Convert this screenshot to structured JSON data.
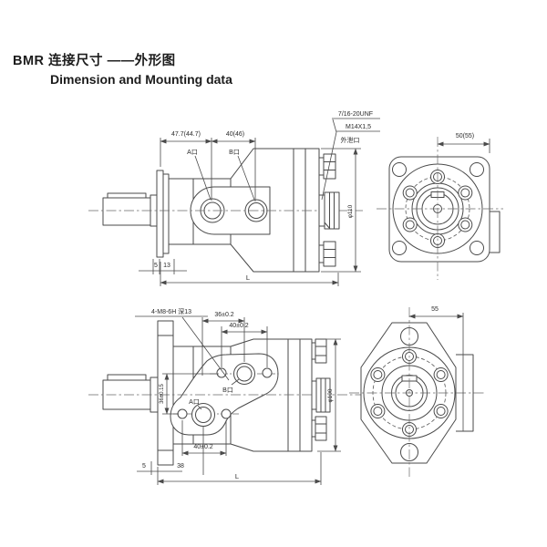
{
  "page": {
    "title_zh": "BMR 连接尺寸 ——外形图",
    "title_en": "Dimension and Mounting data"
  },
  "colors": {
    "background": "#ffffff",
    "line": "#4a4a4a",
    "text": "#2b2b2b"
  },
  "top_view": {
    "dim_flange_to_a": "47.7(44.7)",
    "dim_a_to_b": "40(46)",
    "label_port_a": "A口",
    "label_port_b": "B口",
    "thread_spec_1": "7/16-20UNF",
    "thread_spec_2": "M14X1,5",
    "label_drain": "外泄口",
    "dim_diameter": "φ110",
    "dim_spacer": "5",
    "dim_flange_width": "13",
    "dim_length": "L",
    "dim_front": "50(55)"
  },
  "bottom_view": {
    "note_bolt_holes": "4-M8-6H 深13",
    "dim_a_to_b_horiz": "36±0.2",
    "dim_bolt_spacing_top": "40±0.2",
    "dim_a_to_b_vert": "36±0.15",
    "label_port_a": "A口",
    "label_port_b": "B口",
    "dim_bolt_spacing_bottom": "40±0.2",
    "dim_spacer": "5",
    "dim_flange_to_a": "38",
    "dim_length": "L",
    "dim_diameter": "φ100",
    "dim_front": "55"
  }
}
